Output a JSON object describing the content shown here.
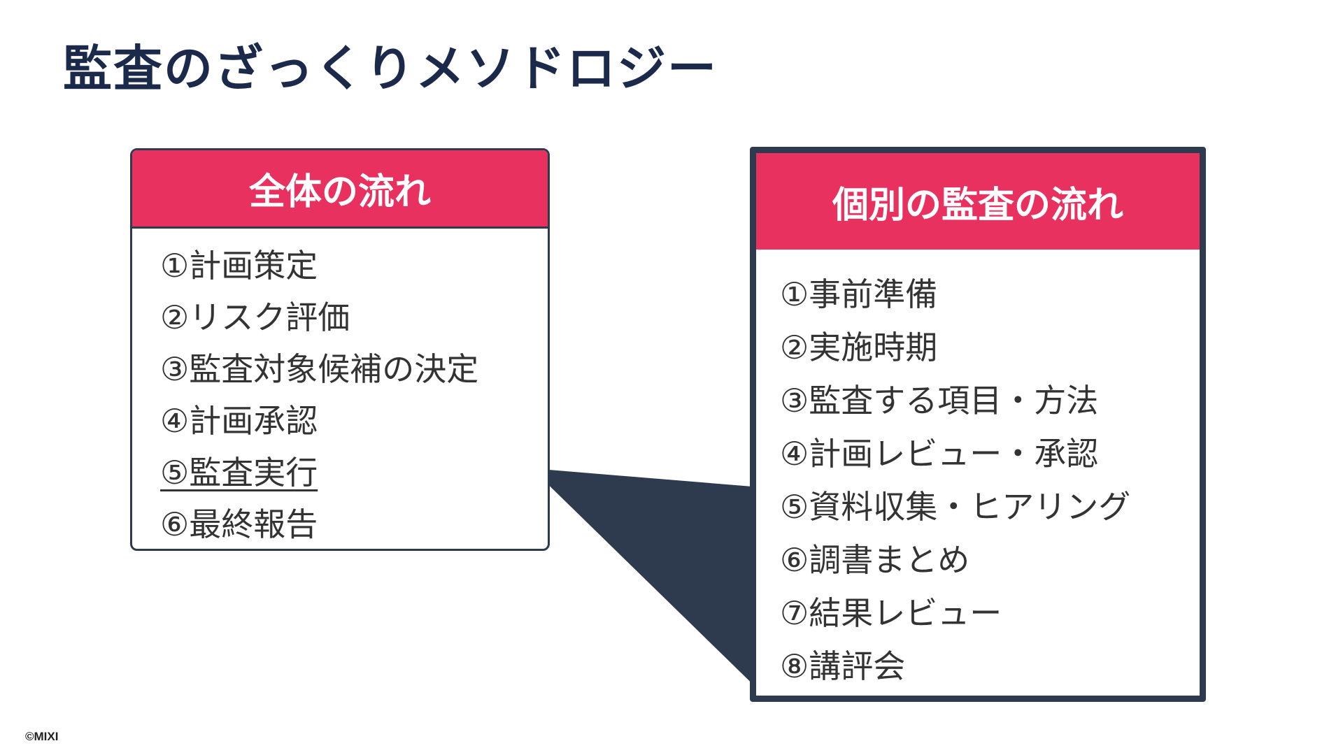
{
  "slide": {
    "title": "監査のざっくりメソドロジー",
    "copyright": "©MIXI",
    "colors": {
      "accent_pink": "#e8315f",
      "frame_dark": "#2e3b4e",
      "title_navy": "#1b2a4a",
      "body_text": "#333333"
    }
  },
  "left_panel": {
    "header": "全体の流れ",
    "items": [
      "①計画策定",
      "②リスク評価",
      "③監査対象候補の決定",
      "④計画承認",
      "⑤監査実行",
      "⑥最終報告"
    ]
  },
  "right_panel": {
    "header": "個別の監査の流れ",
    "items": [
      "①事前準備",
      "②実施時期",
      "③監査する項目・方法",
      "④計画レビュー・承認",
      "⑤資料収集・ヒアリング",
      "⑥調書まとめ",
      "⑦結果レビュー",
      "⑧講評会"
    ]
  }
}
